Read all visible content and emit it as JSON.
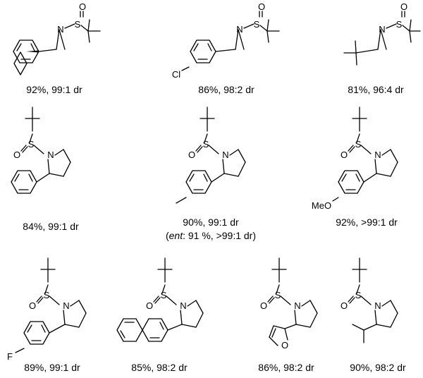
{
  "atoms": {
    "oxygen": "O",
    "sulfur": "S",
    "nitrogen": "N",
    "chlorine": "Cl",
    "fluorine": "F",
    "methoxy": "MeO"
  },
  "compounds": [
    {
      "id": "aziridine-phenyl",
      "caption": "92%, 99:1 dr"
    },
    {
      "id": "aziridine-4-chlorophenyl",
      "caption": "86%, 98:2 dr"
    },
    {
      "id": "aziridine-tert-butyl",
      "caption": "81%, 96:4 dr"
    },
    {
      "id": "pyrrolidine-phenyl",
      "caption": "84%, 99:1 dr"
    },
    {
      "id": "pyrrolidine-4-methylphenyl",
      "caption": "90%, 99:1 dr",
      "note": {
        "open": "(",
        "ent": "ent",
        "rest": ": 91 %, >99:1 dr)"
      }
    },
    {
      "id": "pyrrolidine-4-methoxyphenyl",
      "caption": "92%, >99:1 dr"
    },
    {
      "id": "pyrrolidine-4-fluorophenyl",
      "caption": "89%, 99:1 dr"
    },
    {
      "id": "pyrrolidine-2-naphthyl",
      "caption": "85%, 98:2 dr"
    },
    {
      "id": "pyrrolidine-2-furyl",
      "caption": "86%, 98:2 dr"
    },
    {
      "id": "pyrrolidine-isopropyl",
      "caption": "90%, 98:2 dr"
    }
  ]
}
